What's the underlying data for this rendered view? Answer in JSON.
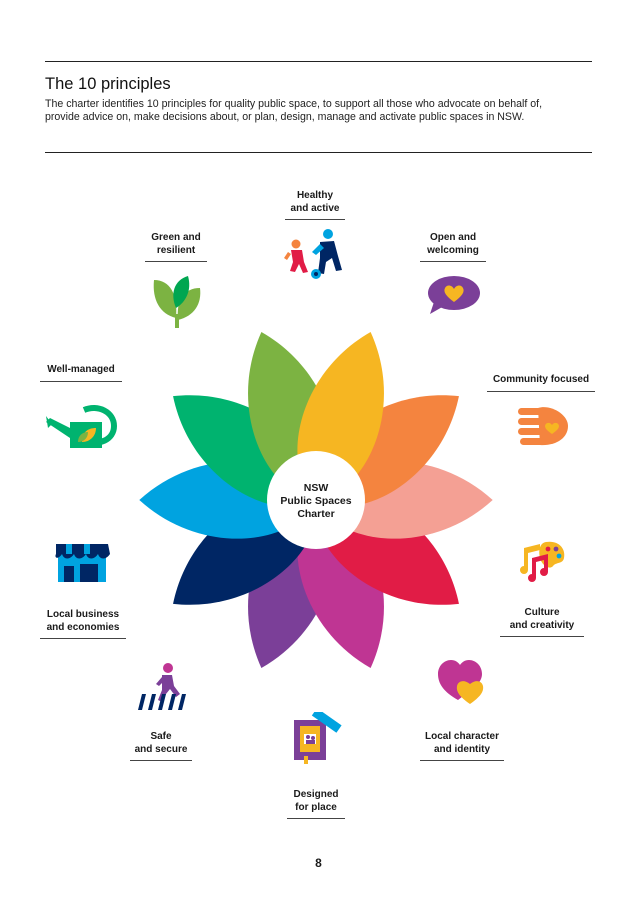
{
  "page": {
    "heading": "The 10 principles",
    "intro": "The charter identifies 10 principles for quality public space, to support all those who advocate on behalf of, provide advice on, make decisions about, or plan, design, manage and activate public spaces in NSW.",
    "page_number": "8"
  },
  "center": {
    "line1": "NSW",
    "line2": "Public Spaces",
    "line3": "Charter"
  },
  "principles": [
    {
      "line1": "Healthy",
      "line2": "and active",
      "color": "#F6B622",
      "icon": "people-running-icon"
    },
    {
      "line1": "Open and",
      "line2": "welcoming",
      "color": "#F4843F",
      "icon": "speech-bubble-heart-icon"
    },
    {
      "line1": "Community focused",
      "line2": "",
      "color": "#F4A094",
      "icon": "hand-heart-icon"
    },
    {
      "line1": "Culture",
      "line2": "and creativity",
      "color": "#E11C46",
      "icon": "palette-music-icon"
    },
    {
      "line1": "Local character",
      "line2": "and identity",
      "color": "#BF3593",
      "icon": "hearts-icon"
    },
    {
      "line1": "Designed",
      "line2": "for place",
      "color": "#7B3F98",
      "icon": "framed-picture-icon"
    },
    {
      "line1": "Safe",
      "line2": "and secure",
      "color": "#002664",
      "icon": "pedestrian-crossing-icon"
    },
    {
      "line1": "Local business",
      "line2": "and economies",
      "color": "#00A3E0",
      "icon": "shopfront-icon"
    },
    {
      "line1": "Well-managed",
      "line2": "",
      "color": "#00B36F",
      "icon": "watering-can-icon"
    },
    {
      "line1": "Green and",
      "line2": "resilient",
      "color": "#7CB342",
      "icon": "leaves-icon"
    }
  ]
}
